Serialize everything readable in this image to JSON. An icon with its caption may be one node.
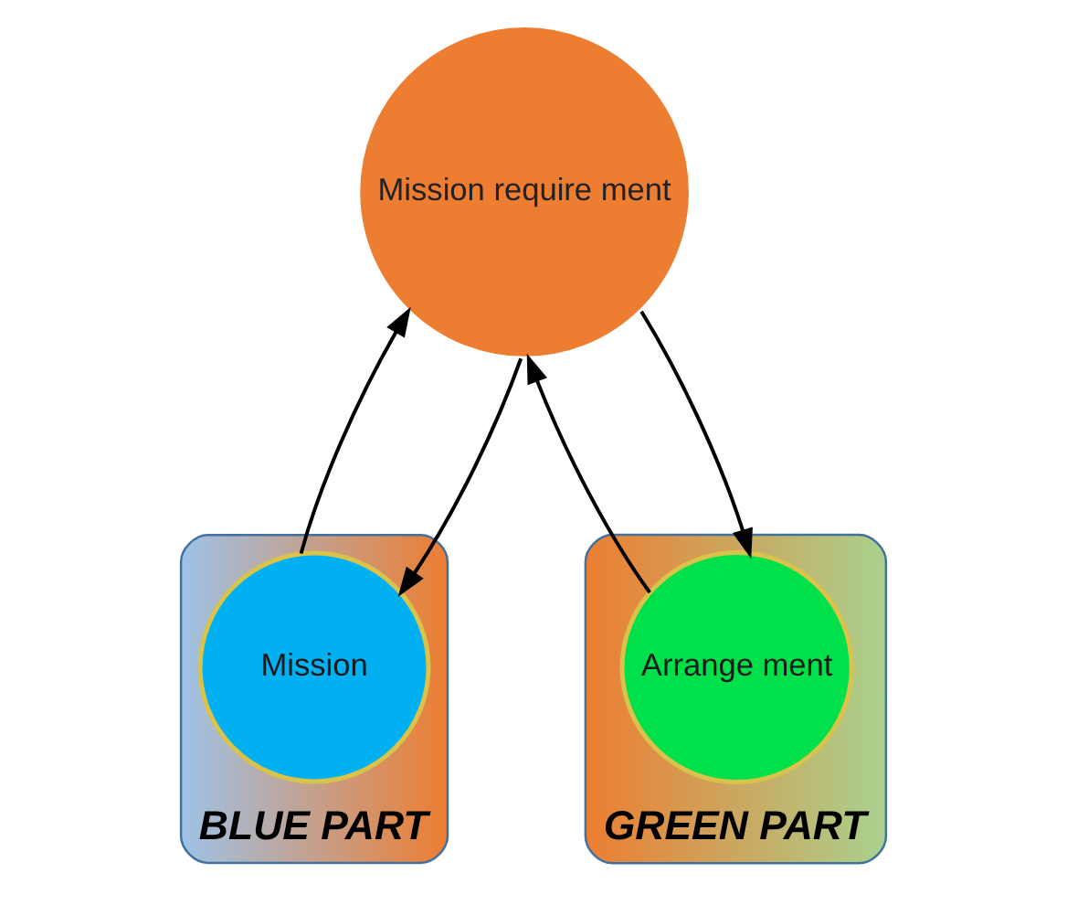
{
  "diagram": {
    "nodes": [
      {
        "text": [
          "BLUE PART"
        ]
      },
      {
        "text": [
          "GREEN PART"
        ]
      },
      {
        "text": [
          "Mission require ment"
        ]
      },
      {
        "text": [
          "Mission"
        ],
        "in": 0
      },
      {
        "text": [
          "Arrange ment"
        ],
        "in": 1
      }
    ],
    "edges": [
      {
        "from": 3,
        "to": 2,
        "arrow": "to"
      },
      {
        "from": 2,
        "to": 3,
        "arrow": "to"
      },
      {
        "from": 2,
        "to": 4,
        "arrow": "to"
      },
      {
        "from": 4,
        "to": 2,
        "arrow": "to"
      }
    ]
  }
}
